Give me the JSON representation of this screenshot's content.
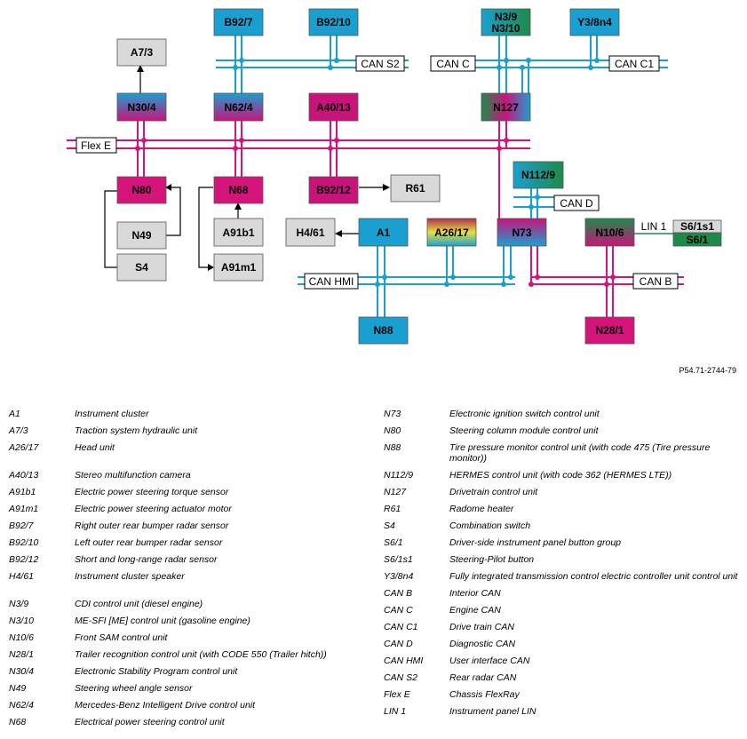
{
  "diagram": {
    "reference": "P54.71-2744-79",
    "boxes": {
      "B92_7": "B92/7",
      "B92_10": "B92/10",
      "A7_3": "A7/3",
      "N30_4": "N30/4",
      "N62_4": "N62/4",
      "A40_13": "A40/13",
      "N3_9": "N3/9",
      "N3_10": "N3/10",
      "Y3_8n4": "Y3/8n4",
      "N127": "N127",
      "N80": "N80",
      "N68": "N68",
      "B92_12": "B92/12",
      "R61": "R61",
      "N112_9": "N112/9",
      "N49": "N49",
      "A91b1": "A91b1",
      "H4_61": "H4/61",
      "A1": "A1",
      "A26_17": "A26/17",
      "N73": "N73",
      "N10_6": "N10/6",
      "S6_1s1": "S6/1s1",
      "S6_1": "S6/1",
      "S4": "S4",
      "A91m1": "A91m1",
      "N88": "N88",
      "N28_1": "N28/1"
    },
    "buses": {
      "can_s2": "CAN S2",
      "can_c": "CAN C",
      "can_c1": "CAN C1",
      "flex_e": "Flex E",
      "can_d": "CAN D",
      "lin_1": "LIN 1",
      "can_hmi": "CAN HMI",
      "can_b": "CAN B"
    },
    "colors": {
      "can_blue": "#1aa0d0",
      "flex_magenta": "#d4147a",
      "lin_green": "#1e8a4a",
      "box_grey": "#d9d9d9"
    }
  },
  "legend_left": [
    {
      "code": "A1",
      "desc": "Instrument cluster"
    },
    {
      "code": "A7/3",
      "desc": "Traction system hydraulic unit"
    },
    {
      "code": "A26/17",
      "desc": "Head unit"
    },
    {
      "code": "A40/13",
      "desc": "Stereo multifunction camera"
    },
    {
      "code": "A91b1",
      "desc": "Electric power steering torque sensor"
    },
    {
      "code": "A91m1",
      "desc": "Electric power steering actuator motor"
    },
    {
      "code": "B92/7",
      "desc": "Right outer rear bumper radar sensor"
    },
    {
      "code": "B92/10",
      "desc": "Left outer rear bumper radar sensor"
    },
    {
      "code": "B92/12",
      "desc": "Short and long-range radar sensor"
    },
    {
      "code": "H4/61",
      "desc": "Instrument cluster speaker"
    },
    {
      "code": "N3/9",
      "desc": "CDI control unit (diesel engine)"
    },
    {
      "code": "N3/10",
      "desc": "ME-SFI [ME] control unit (gasoline engine)"
    },
    {
      "code": "N10/6",
      "desc": "Front SAM control unit"
    },
    {
      "code": "N28/1",
      "desc": "Trailer recognition control unit (with CODE 550 (Trailer hitch))"
    },
    {
      "code": "N30/4",
      "desc": "Electronic Stability Program control unit"
    },
    {
      "code": "N49",
      "desc": "Steering wheel angle sensor"
    },
    {
      "code": "N62/4",
      "desc": "Mercedes-Benz Intelligent Drive control unit"
    },
    {
      "code": "N68",
      "desc": "Electrical power steering control unit"
    }
  ],
  "legend_right": [
    {
      "code": "N73",
      "desc": "Electronic ignition switch control unit"
    },
    {
      "code": "N80",
      "desc": "Steering column module control unit"
    },
    {
      "code": "N88",
      "desc": "Tire pressure monitor control unit (with code 475 (Tire pressure monitor))"
    },
    {
      "code": "N112/9",
      "desc": "HERMES control unit (with code 362 (HERMES LTE))"
    },
    {
      "code": "N127",
      "desc": "Drivetrain control unit"
    },
    {
      "code": "R61",
      "desc": "Radome heater"
    },
    {
      "code": "S4",
      "desc": "Combination switch"
    },
    {
      "code": "S6/1",
      "desc": "Driver-side instrument panel button group"
    },
    {
      "code": "S6/1s1",
      "desc": "Steering-Pilot button"
    },
    {
      "code": "Y3/8n4",
      "desc": "Fully integrated transmission control electric controller unit control unit"
    },
    {
      "code": "CAN B",
      "desc": "Interior CAN"
    },
    {
      "code": "CAN C",
      "desc": "Engine CAN"
    },
    {
      "code": "CAN C1",
      "desc": "Drive train CAN"
    },
    {
      "code": "CAN D",
      "desc": "Diagnostic CAN"
    },
    {
      "code": "CAN HMI",
      "desc": "User interface CAN"
    },
    {
      "code": "CAN S2",
      "desc": "Rear radar CAN"
    },
    {
      "code": "Flex E",
      "desc": "Chassis FlexRay"
    },
    {
      "code": "LIN 1",
      "desc": "Instrument panel LIN"
    }
  ]
}
